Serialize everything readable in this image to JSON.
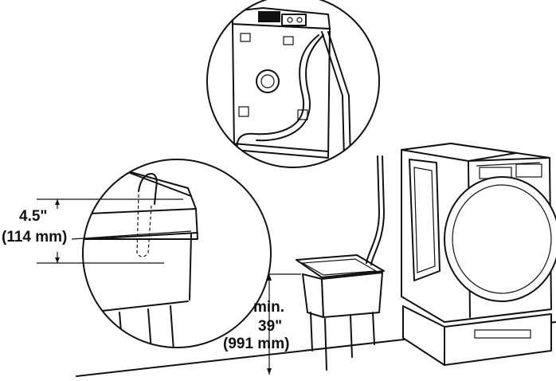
{
  "figure": {
    "detail_dimension": {
      "imperial": "4.5\"",
      "metric": "(114 mm)"
    },
    "height_dimension": {
      "prefix": "min.",
      "imperial": "39\"",
      "metric": "(991 mm)"
    }
  }
}
